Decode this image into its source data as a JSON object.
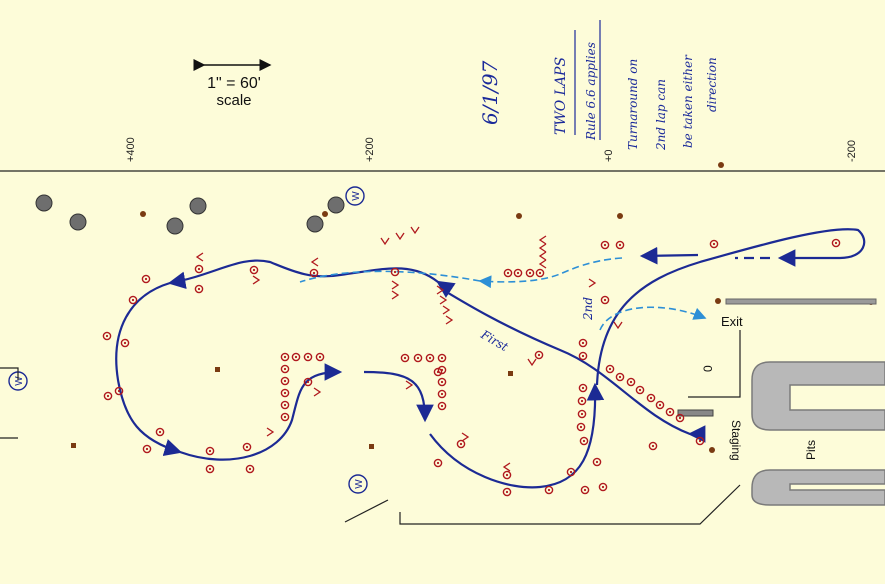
{
  "scale": {
    "label": "1\" = 60'",
    "sub": "scale"
  },
  "ticks": [
    "+400",
    "+200",
    "+0",
    "-200"
  ],
  "date": "6/1/97",
  "notes": [
    "TWO LAPS",
    "Rule 6.6 applies",
    "Turnaround on",
    "2nd lap can",
    "be taken either",
    "direction"
  ],
  "labels": {
    "exit": "Exit",
    "first": "First",
    "second": "2nd",
    "staging": "Staging",
    "pits": "Pits",
    "zero": "0",
    "worker": "W"
  },
  "colors": {
    "course": "#1c2a94",
    "second_lap": "#2d8fd6",
    "cone": "#b0191e",
    "background": "#fdfcd9"
  }
}
